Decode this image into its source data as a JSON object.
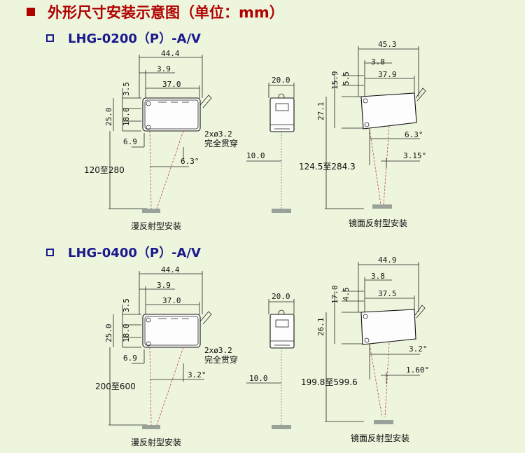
{
  "title": "外形尺寸安装示意图（单位：mm）",
  "models": [
    {
      "name": "LHG-0200（P）-A/V",
      "diffuse": {
        "width": "44.4",
        "offset": "3.9",
        "body_w": "37.0",
        "top_h": "3.5",
        "height": "25.0",
        "inner_h": "18.0",
        "hole": "2xø3.2",
        "hole_note": "完全贯穿",
        "bottom_off": "6.9",
        "angle": "6.3°",
        "range": "120至280",
        "caption": "漫反射型安装"
      },
      "side": {
        "width": "20.0",
        "center": "10.0"
      },
      "retro": {
        "width": "45.3",
        "offset": "3.8",
        "body_w": "37.9",
        "top_h": "15.9",
        "top2_h": "5.5",
        "height": "27.1",
        "angle1": "6.3°",
        "angle2": "3.15°",
        "range": "124.5至284.3",
        "caption": "镜面反射型安装"
      }
    },
    {
      "name": "LHG-0400（P）-A/V",
      "diffuse": {
        "width": "44.4",
        "offset": "3.9",
        "body_w": "37.0",
        "top_h": "3.5",
        "height": "25.0",
        "inner_h": "18.0",
        "hole": "2xø3.2",
        "hole_note": "完全贯穿",
        "bottom_off": "6.9",
        "angle": "3.2°",
        "range": "200至600",
        "caption": "漫反射型安装"
      },
      "side": {
        "width": "20.0",
        "center": "10.0"
      },
      "retro": {
        "width": "44.9",
        "offset": "3.8",
        "body_w": "37.5",
        "top_h": "17.0",
        "top2_h": "4.5",
        "height": "26.1",
        "angle1": "3.2°",
        "angle2": "1.60°",
        "range": "199.8至599.6",
        "caption": "镜面反射型安装"
      }
    }
  ],
  "colors": {
    "title": "#b00000",
    "model": "#1a1a8c",
    "background": "#edf5dd",
    "beam": "#c0404a"
  }
}
